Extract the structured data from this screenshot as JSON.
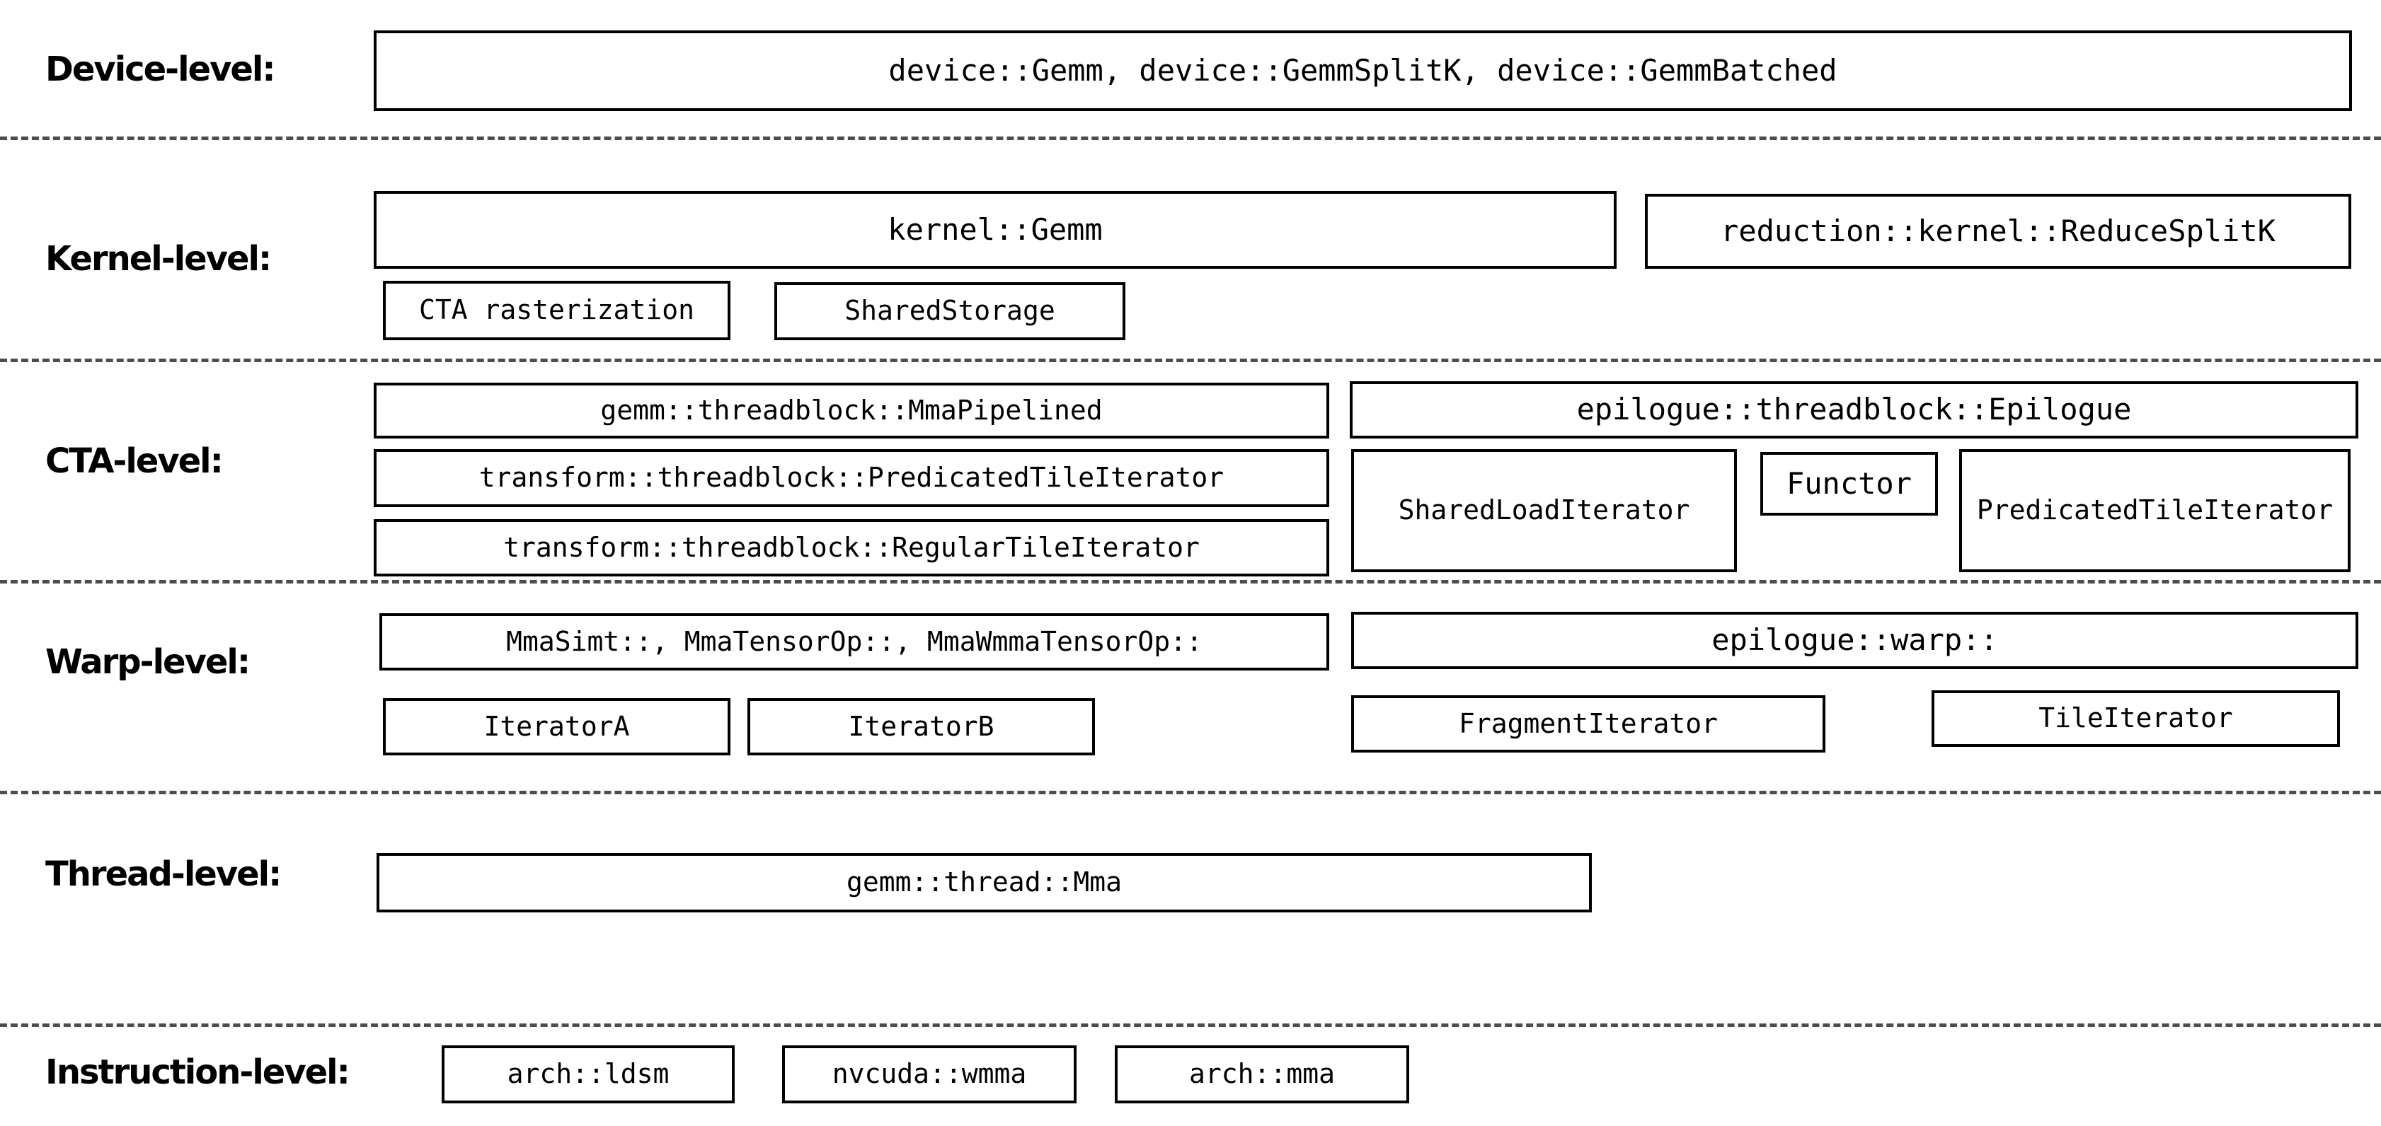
{
  "rows": {
    "device": {
      "label": "Device-level:",
      "boxes": {
        "main": "device::Gemm, device::GemmSplitK, device::GemmBatched"
      }
    },
    "kernel": {
      "label": "Kernel-level:",
      "boxes": {
        "kernel_gemm": "kernel::Gemm",
        "reduce_splitk": "reduction::kernel::ReduceSplitK",
        "cta_rasterization": "CTA rasterization",
        "shared_storage": "SharedStorage"
      }
    },
    "cta": {
      "label": "CTA-level:",
      "boxes": {
        "mma_pipelined": "gemm::threadblock::MmaPipelined",
        "epilogue_threadblock": "epilogue::threadblock::Epilogue",
        "predicated_tile_iterator_transform": "transform::threadblock::PredicatedTileIterator",
        "shared_load_iterator": "SharedLoadIterator",
        "functor": "Functor",
        "predicated_tile_iterator_epilogue": "PredicatedTileIterator",
        "regular_tile_iterator": "transform::threadblock::RegularTileIterator"
      }
    },
    "warp": {
      "label": "Warp-level:",
      "boxes": {
        "mma_variants": "MmaSimt::, MmaTensorOp::, MmaWmmaTensorOp::",
        "epilogue_warp": "epilogue::warp::",
        "iterator_a": "IteratorA",
        "iterator_b": "IteratorB",
        "fragment_iterator": "FragmentIterator",
        "tile_iterator": "TileIterator"
      }
    },
    "thread": {
      "label": "Thread-level:",
      "boxes": {
        "gemm_thread_mma": "gemm::thread::Mma"
      }
    },
    "instruction": {
      "label": "Instruction-level:",
      "boxes": {
        "arch_ldsm": "arch::ldsm",
        "nvcuda_wmma": "nvcuda::wmma",
        "arch_mma": "arch::mma"
      }
    }
  },
  "colors": {
    "box_border": "#000000",
    "separator": "#4d4d4d",
    "background": "#ffffff",
    "text": "#000000"
  }
}
